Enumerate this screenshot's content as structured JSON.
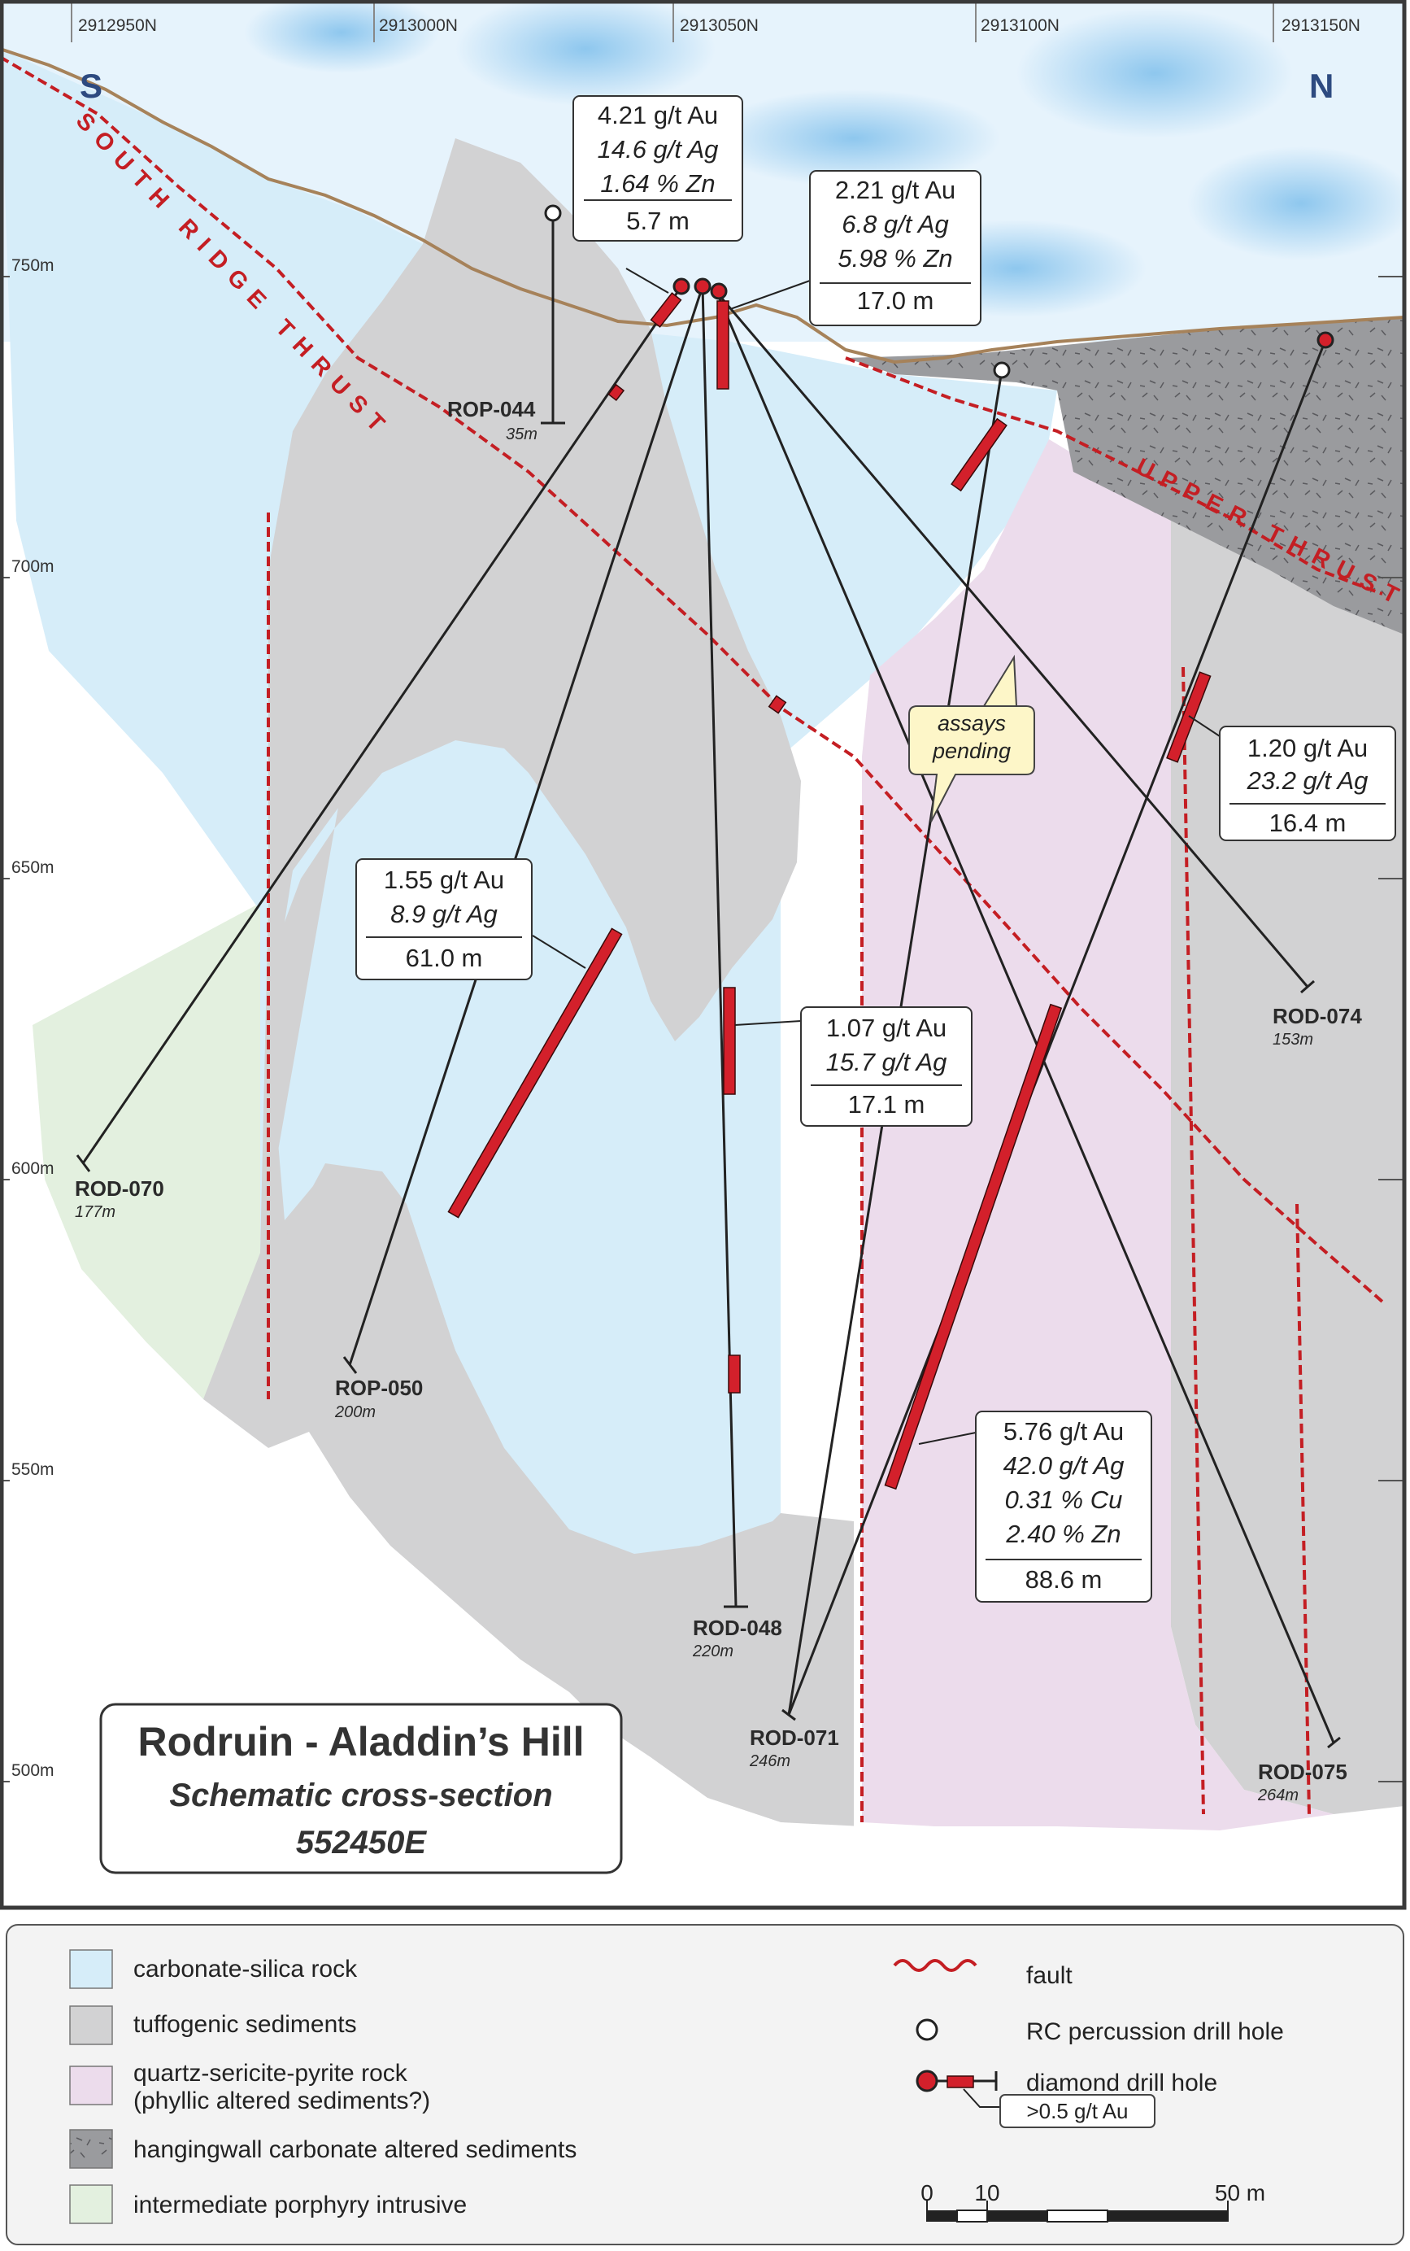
{
  "northings": [
    "2912950N",
    "2913000N",
    "2913050N",
    "2913100N",
    "2913150N"
  ],
  "elevations": [
    "750m",
    "700m",
    "650m",
    "600m",
    "550m",
    "500m"
  ],
  "direction": {
    "south": "S",
    "north": "N"
  },
  "faults": {
    "south_ridge": "SOUTH RIDGE THRUST",
    "upper": "UPPER THRUST"
  },
  "holes": [
    {
      "id": "ROP-044",
      "depth": "35m"
    },
    {
      "id": "ROD-070",
      "depth": "177m"
    },
    {
      "id": "ROP-050",
      "depth": "200m"
    },
    {
      "id": "ROD-048",
      "depth": "220m"
    },
    {
      "id": "ROD-071",
      "depth": "246m"
    },
    {
      "id": "ROD-074",
      "depth": "153m"
    },
    {
      "id": "ROD-075",
      "depth": "264m"
    }
  ],
  "intercepts": [
    {
      "lines": [
        "4.21 g/t Au",
        "14.6 g/t Ag",
        "1.64 % Zn"
      ],
      "width": "5.7 m"
    },
    {
      "lines": [
        "2.21 g/t Au",
        "6.8 g/t Ag",
        "5.98 % Zn"
      ],
      "width": "17.0 m"
    },
    {
      "lines": [
        "1.20 g/t Au",
        "23.2 g/t Ag"
      ],
      "width": "16.4 m"
    },
    {
      "lines": [
        "1.55 g/t Au",
        "8.9 g/t Ag"
      ],
      "width": "61.0 m"
    },
    {
      "lines": [
        "1.07 g/t Au",
        "15.7 g/t Ag"
      ],
      "width": "17.1 m"
    },
    {
      "lines": [
        "5.76 g/t Au",
        "42.0 g/t Ag",
        "0.31 % Cu",
        "2.40 % Zn"
      ],
      "width": "88.6 m"
    }
  ],
  "callout": [
    "assays",
    "pending"
  ],
  "title": {
    "main": "Rodruin - Aladdin’s Hill",
    "sub": "Schematic cross-section",
    "easting": "552450E"
  },
  "legend": {
    "units": [
      {
        "label": "carbonate-silica rock",
        "color": "#d6edf9"
      },
      {
        "label": "tuffogenic sediments",
        "color": "#d2d2d3"
      },
      {
        "label_line1": "quartz-sericite-pyrite rock",
        "label_line2": "(phyllic altered sediments?)",
        "color": "#ecdcec"
      },
      {
        "label": "hangingwall carbonate altered sediments",
        "color": "#9a9b9e"
      },
      {
        "label": "intermediate porphyry intrusive",
        "color": "#e3f0df"
      }
    ],
    "fault": "fault",
    "rc_hole": "RC percussion drill hole",
    "diamond_hole": "diamond drill hole",
    "threshold": ">0.5 g/t Au"
  },
  "scale": {
    "ticks": [
      "0",
      "10",
      "50 m"
    ]
  },
  "colors": {
    "fault": "#c41e23",
    "intercept": "#d3202b",
    "surface": "#a6825a",
    "frame": "#3a3a3a"
  }
}
